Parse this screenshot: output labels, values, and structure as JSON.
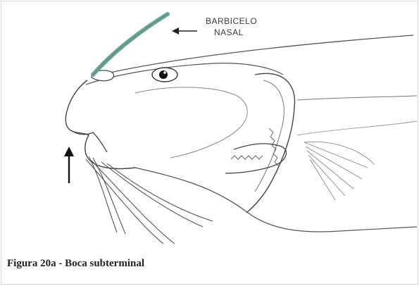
{
  "figure": {
    "annotation": {
      "line1": "BARBICELO",
      "line2": "NASAL"
    },
    "caption": "Figura 20a - Boca subterminal",
    "barbel_color": "#6aa598"
  }
}
